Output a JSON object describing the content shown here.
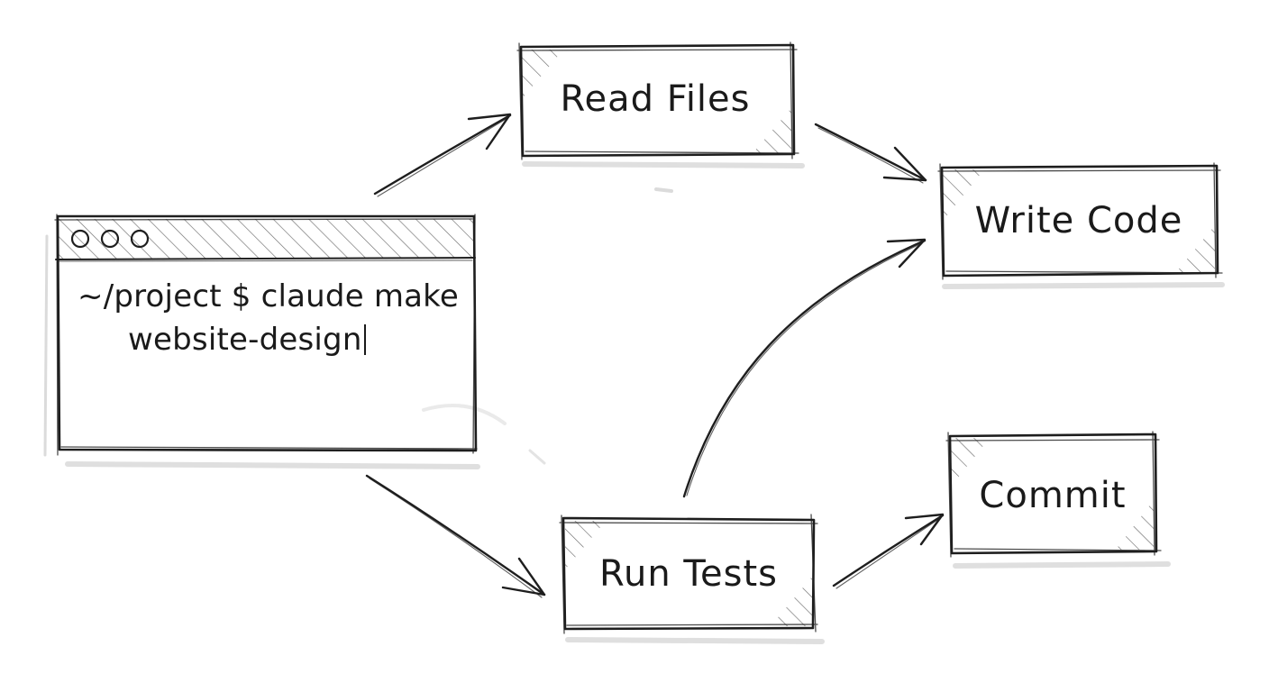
{
  "terminal": {
    "window_dots": 3,
    "command_line_1": "~/project $ claude make",
    "command_line_2": "website-design"
  },
  "nodes": {
    "read_files": "Read Files",
    "write_code": "Write Code",
    "run_tests": "Run Tests",
    "commit": "Commit"
  },
  "edges": [
    {
      "from": "terminal",
      "to": "read_files"
    },
    {
      "from": "terminal",
      "to": "run_tests"
    },
    {
      "from": "read_files",
      "to": "write_code"
    },
    {
      "from": "run_tests",
      "to": "write_code"
    },
    {
      "from": "run_tests",
      "to": "commit"
    }
  ],
  "colors": {
    "ink": "#1e1e1e",
    "shadow": "#b8b8b8",
    "background": "#ffffff"
  }
}
